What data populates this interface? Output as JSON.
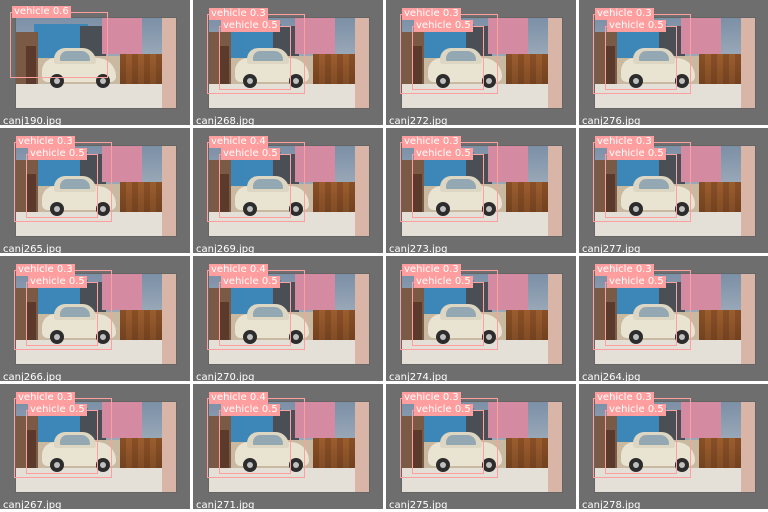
{
  "mosaic": {
    "label_color": "#ff9e9e",
    "background_color": "#6e6e6e",
    "tiles": [
      {
        "filename": "canj190.jpg",
        "detections": [
          {
            "class": "vehicle",
            "score": "0.6"
          }
        ]
      },
      {
        "filename": "canj268.jpg",
        "detections": [
          {
            "class": "vehicle",
            "score": "0.3"
          },
          {
            "class": "vehicle",
            "score": "0.5"
          }
        ]
      },
      {
        "filename": "canj272.jpg",
        "detections": [
          {
            "class": "vehicle",
            "score": "0.3"
          },
          {
            "class": "vehicle",
            "score": "0.5"
          }
        ]
      },
      {
        "filename": "canj276.jpg",
        "detections": [
          {
            "class": "vehicle",
            "score": "0.3"
          },
          {
            "class": "vehicle",
            "score": "0.5"
          }
        ]
      },
      {
        "filename": "canj265.jpg",
        "detections": [
          {
            "class": "vehicle",
            "score": "0.3"
          },
          {
            "class": "vehicle",
            "score": "0.5"
          }
        ]
      },
      {
        "filename": "canj269.jpg",
        "detections": [
          {
            "class": "vehicle",
            "score": "0.4"
          },
          {
            "class": "vehicle",
            "score": "0.5"
          }
        ]
      },
      {
        "filename": "canj273.jpg",
        "detections": [
          {
            "class": "vehicle",
            "score": "0.3"
          },
          {
            "class": "vehicle",
            "score": "0.5"
          }
        ]
      },
      {
        "filename": "canj277.jpg",
        "detections": [
          {
            "class": "vehicle",
            "score": "0.3"
          },
          {
            "class": "vehicle",
            "score": "0.5"
          }
        ]
      },
      {
        "filename": "canj266.jpg",
        "detections": [
          {
            "class": "vehicle",
            "score": "0.3"
          },
          {
            "class": "vehicle",
            "score": "0.5"
          }
        ]
      },
      {
        "filename": "canj270.jpg",
        "detections": [
          {
            "class": "vehicle",
            "score": "0.4"
          },
          {
            "class": "vehicle",
            "score": "0.5"
          }
        ]
      },
      {
        "filename": "canj274.jpg",
        "detections": [
          {
            "class": "vehicle",
            "score": "0.3"
          },
          {
            "class": "vehicle",
            "score": "0.5"
          }
        ]
      },
      {
        "filename": "canj264.jpg",
        "detections": [
          {
            "class": "vehicle",
            "score": "0.3"
          },
          {
            "class": "vehicle",
            "score": "0.5"
          }
        ]
      },
      {
        "filename": "canj267.jpg",
        "detections": [
          {
            "class": "vehicle",
            "score": "0.3"
          },
          {
            "class": "vehicle",
            "score": "0.5"
          }
        ]
      },
      {
        "filename": "canj271.jpg",
        "detections": [
          {
            "class": "vehicle",
            "score": "0.4"
          },
          {
            "class": "vehicle",
            "score": "0.5"
          }
        ]
      },
      {
        "filename": "canj275.jpg",
        "detections": [
          {
            "class": "vehicle",
            "score": "0.3"
          },
          {
            "class": "vehicle",
            "score": "0.5"
          }
        ]
      },
      {
        "filename": "canj278.jpg",
        "detections": [
          {
            "class": "vehicle",
            "score": "0.3"
          },
          {
            "class": "vehicle",
            "score": "0.5"
          }
        ]
      }
    ]
  }
}
